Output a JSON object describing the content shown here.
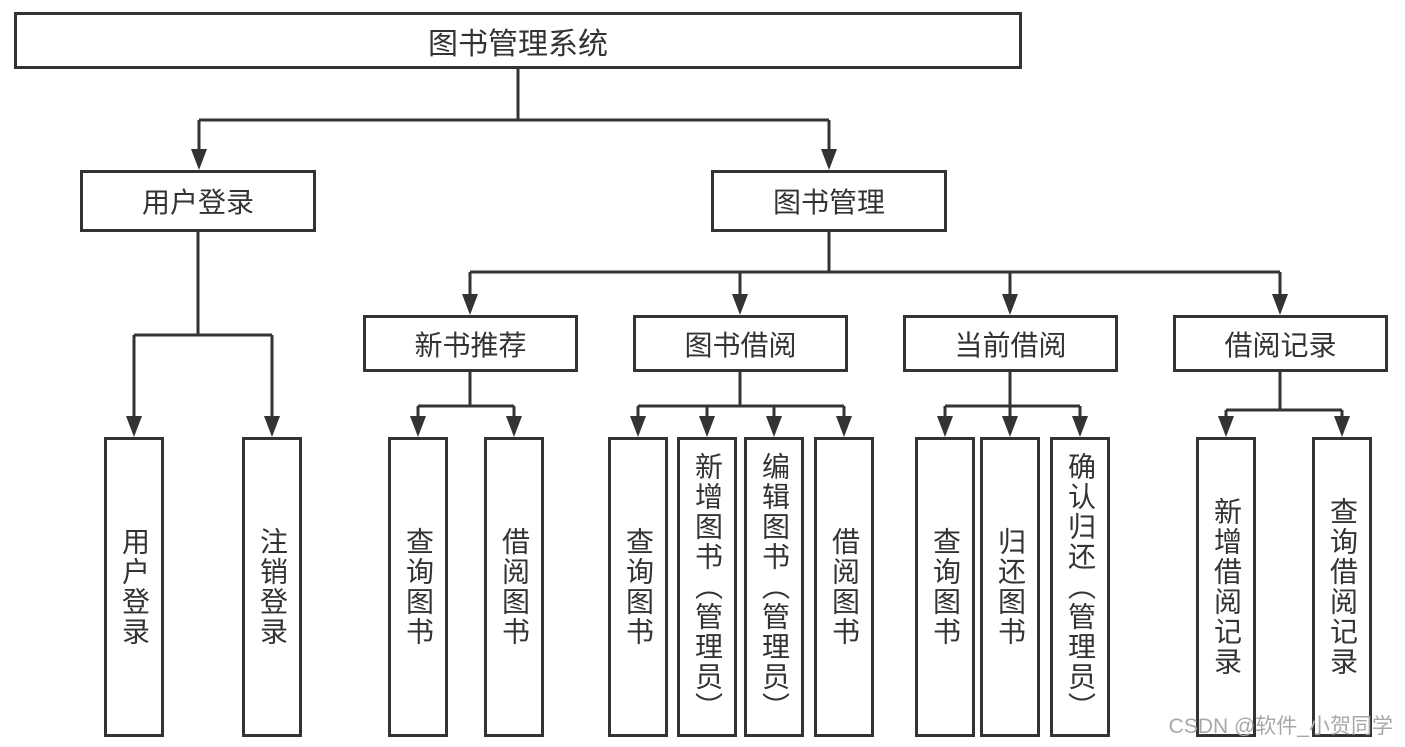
{
  "colors": {
    "line": "#333333",
    "box_border": "#333333",
    "text": "#333333",
    "background": "#ffffff",
    "watermark": "#a8a8a8"
  },
  "watermark": {
    "text": "CSDN @软件_小贺同学"
  },
  "tree": {
    "root": {
      "label": "图书管理系统"
    },
    "branches": [
      {
        "label": "用户登录",
        "children": [
          {
            "label": "用户登录"
          },
          {
            "label": "注销登录"
          }
        ]
      },
      {
        "label": "图书管理",
        "children": [
          {
            "label": "新书推荐",
            "children": [
              {
                "label": "查询图书"
              },
              {
                "label": "借阅图书"
              }
            ]
          },
          {
            "label": "图书借阅",
            "children": [
              {
                "label": "查询图书"
              },
              {
                "label": "新增图书（管理员）"
              },
              {
                "label": "编辑图书（管理员）"
              },
              {
                "label": "借阅图书"
              }
            ]
          },
          {
            "label": "当前借阅",
            "children": [
              {
                "label": "查询图书"
              },
              {
                "label": "归还图书"
              },
              {
                "label": "确认归还（管理员）"
              }
            ]
          },
          {
            "label": "借阅记录",
            "children": [
              {
                "label": "新增借阅记录"
              },
              {
                "label": "查询借阅记录"
              }
            ]
          }
        ]
      }
    ]
  }
}
